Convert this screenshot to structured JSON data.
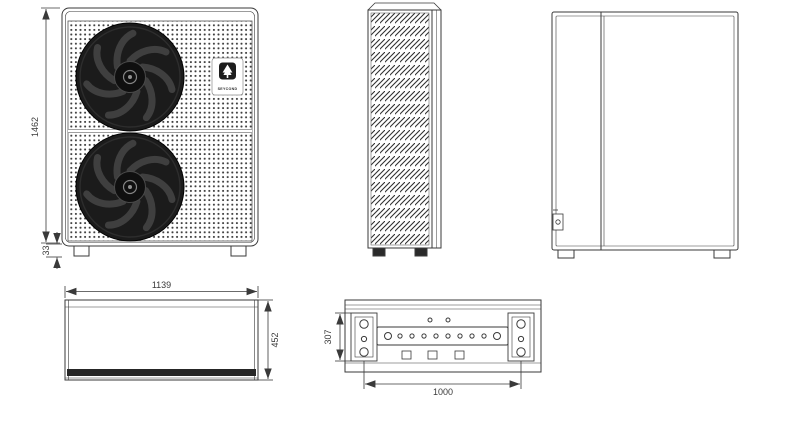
{
  "drawing": {
    "brand": {
      "logo_text": "SEYCOND"
    },
    "dimensions": {
      "front_height": "1462",
      "front_base_height": "33",
      "top_width": "1139",
      "top_depth": "452",
      "bottom_mount_depth": "307",
      "bottom_mount_width": "1000"
    }
  }
}
